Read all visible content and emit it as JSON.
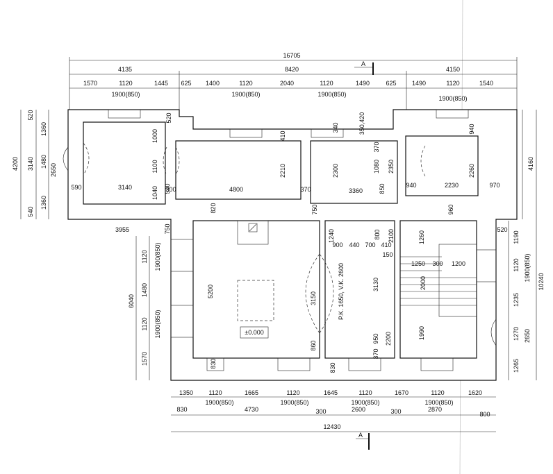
{
  "section_mark": "A",
  "elevation_label": "±0.000",
  "rk_label": "P.K. 1650, V.K. 2600",
  "dims": {
    "total_top": "16705",
    "top_l2_a": "4135",
    "top_l2_b": "8420",
    "top_l2_c": "4150",
    "top_l3": [
      "1570",
      "1120",
      "1445",
      "625",
      "1400",
      "1120",
      "2040",
      "1120",
      "1490",
      "625",
      "1490",
      "1120",
      "1540"
    ],
    "win_top_1": "1900(850)",
    "win_top_2": "1900(850)",
    "win_top_3": "1900(850)",
    "win_top_4": "1900(850)",
    "bottom_l1": [
      "1350",
      "1120",
      "1665",
      "1120",
      "1645",
      "1120",
      "1670",
      "1120",
      "1620"
    ],
    "win_bot_1": "1900(850)",
    "win_bot_2": "1900(850)",
    "win_bot_3": "1900(850)",
    "win_bot_4": "1900(850)",
    "bottom_l2": [
      "830",
      "4730",
      "300",
      "2600",
      "300",
      "2870",
      "800"
    ],
    "bottom_total": "12430",
    "left_outer": [
      "520",
      "1360",
      "1480",
      "1360",
      "540"
    ],
    "left_4200": "4200",
    "left_3140": "3140",
    "left_2650": "2650",
    "left_lower": [
      "1120",
      "1480",
      "1120",
      "1570"
    ],
    "left_win_1": "1900(850)",
    "left_win_2": "1900(850)",
    "left_6040": "6040",
    "right_outer": [
      "4160",
      "1190",
      "1120",
      "1235",
      "1270",
      "1265"
    ],
    "right_win": "1900(850)",
    "right_2650": "2650",
    "right_10240": "10240",
    "inner": {
      "r1_1000": "1000",
      "r1_1100": "1100",
      "r1_1040": "1040",
      "r1_590": "590",
      "r1_3140": "3140",
      "r1_520": "520",
      "r2_4800": "4800",
      "r2_2210": "2210",
      "r2_410": "410",
      "r2_370": "370",
      "r3_3360": "3360",
      "r3_2300": "2300",
      "r3_340": "340",
      "r3_350_420": "350,420",
      "r3_370": "370",
      "r3_1080": "1080",
      "r3_2350": "2350",
      "r3_850": "850",
      "r4_940": "940",
      "r4_2230": "2230",
      "r4_970": "970",
      "r4_2260": "2260",
      "r4_940b": "940",
      "m_3955": "3955",
      "m_750": "750",
      "m_820": "820",
      "m_540": "540",
      "m_300": "300",
      "m_750b": "750",
      "m_960": "960",
      "m_520": "520",
      "h_5200": "5200",
      "h_3150": "3150",
      "h_860": "860",
      "h_830": "830",
      "c_1240": "1240",
      "c_800": "800",
      "c_2100": "2100",
      "c_900": "900",
      "c_440": "440",
      "c_700": "700",
      "c_410": "410",
      "c_150": "150",
      "c_3130": "3130",
      "c_950": "950",
      "c_2200": "2200",
      "c_370": "370",
      "s_1260": "1260",
      "s_1250": "1250",
      "s_300": "300",
      "s_1200": "1200",
      "s_2000": "2000",
      "s_1990": "1990"
    }
  }
}
